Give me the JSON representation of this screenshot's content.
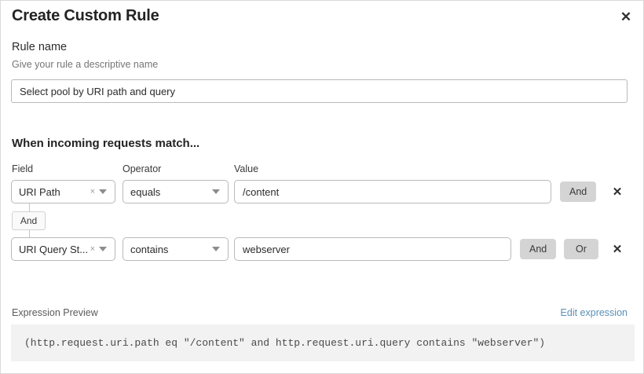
{
  "dialog": {
    "title": "Create Custom Rule",
    "close_icon": "close-icon"
  },
  "rule_name": {
    "label": "Rule name",
    "help": "Give your rule a descriptive name",
    "value": "Select pool by URI path and query",
    "placeholder": "Select pool by URI path and query"
  },
  "match_section": {
    "heading": "When incoming requests match...",
    "columns": {
      "field": "Field",
      "operator": "Operator",
      "value": "Value"
    },
    "joiner": {
      "label": "And"
    },
    "rows": [
      {
        "field": "URI Path",
        "operator": "equals",
        "value": "/content",
        "clear_icon": "×",
        "caret_icon": "chevron-down-icon",
        "and_label": "And",
        "delete_icon": "✕"
      },
      {
        "field": "URI Query St...",
        "operator": "contains",
        "value": "webserver",
        "clear_icon": "×",
        "caret_icon": "chevron-down-icon",
        "and_label": "And",
        "or_label": "Or",
        "delete_icon": "✕"
      }
    ]
  },
  "expression_preview": {
    "label": "Expression Preview",
    "edit_link": "Edit expression",
    "text": "(http.request.uri.path eq \"/content\" and http.request.uri.query contains \"webserver\")"
  },
  "colors": {
    "link": "#5a8fb5",
    "logic_button_bg": "#d4d4d4",
    "preview_bg": "#f2f2f2",
    "border": "#b9b9b9"
  }
}
